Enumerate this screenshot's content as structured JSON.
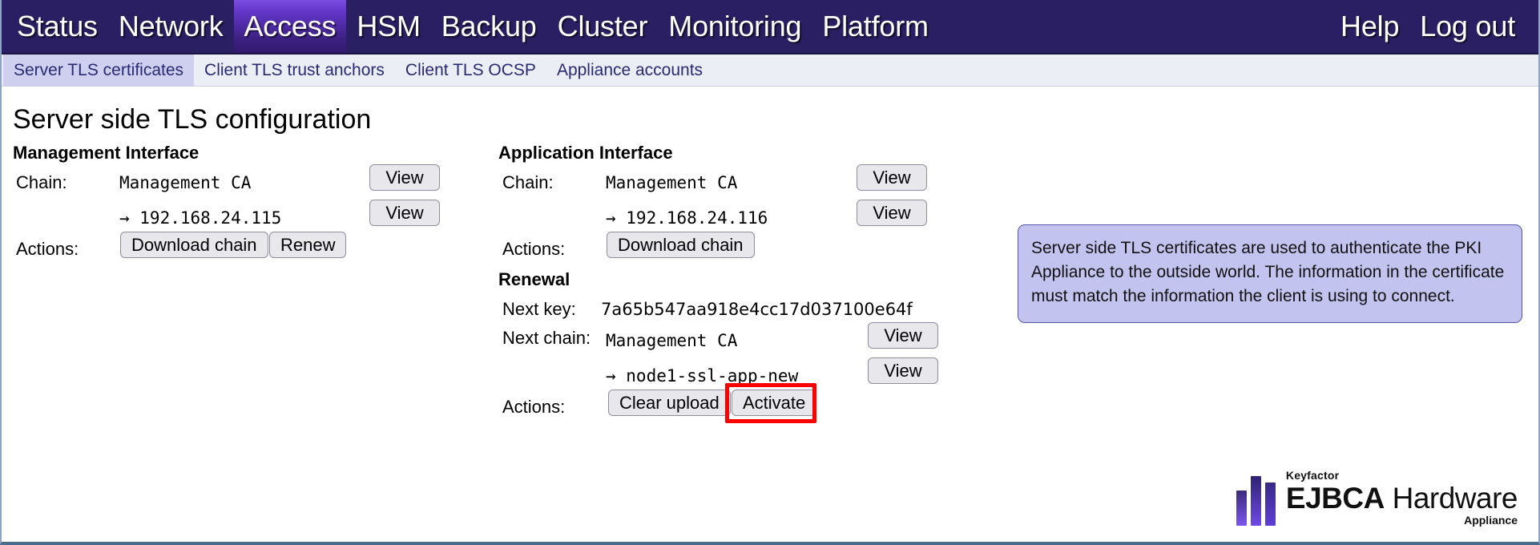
{
  "topnav": {
    "items": [
      {
        "label": "Status",
        "active": false
      },
      {
        "label": "Network",
        "active": false
      },
      {
        "label": "Access",
        "active": true
      },
      {
        "label": "HSM",
        "active": false
      },
      {
        "label": "Backup",
        "active": false
      },
      {
        "label": "Cluster",
        "active": false
      },
      {
        "label": "Monitoring",
        "active": false
      },
      {
        "label": "Platform",
        "active": false
      }
    ],
    "right": [
      {
        "label": "Help"
      },
      {
        "label": "Log out"
      }
    ],
    "bg_color": "#2a1f63",
    "active_color": "#6236c8"
  },
  "subnav": {
    "items": [
      {
        "label": "Server TLS certificates",
        "active": true
      },
      {
        "label": "Client TLS trust anchors",
        "active": false
      },
      {
        "label": "Client TLS OCSP",
        "active": false
      },
      {
        "label": "Appliance accounts",
        "active": false
      }
    ],
    "active_bg": "#cfcff0"
  },
  "main": {
    "page_title": "Server side TLS configuration",
    "management": {
      "heading": "Management Interface",
      "chain_label": "Chain:",
      "chain_root": "Management CA",
      "chain_leaf": "→ 192.168.24.115",
      "view_root_label": "View",
      "view_leaf_label": "View",
      "actions_label": "Actions:",
      "download_chain_label": "Download chain",
      "renew_label": "Renew"
    },
    "application": {
      "heading": "Application Interface",
      "chain_label": "Chain:",
      "chain_root": "Management CA",
      "chain_leaf": "→ 192.168.24.116",
      "view_root_label": "View",
      "view_leaf_label": "View",
      "actions_label": "Actions:",
      "download_chain_label": "Download chain"
    },
    "renewal": {
      "heading": "Renewal",
      "next_key_label": "Next key:",
      "next_key_value": "7a65b547aa918e4cc17d037100e64f",
      "next_chain_label": "Next chain:",
      "next_chain_root": "Management CA",
      "next_chain_leaf": "→ node1-ssl-app-new",
      "view_root_label": "View",
      "view_leaf_label": "View",
      "actions_label": "Actions:",
      "clear_upload_label": "Clear upload",
      "activate_label": "Activate",
      "highlight_color": "#ff0000"
    }
  },
  "info_panel": {
    "text": "Server side TLS certificates are used to authenticate the PKI Appliance to the outside world. The information in the certificate must match the information the client is using to connect.",
    "bg_color": "#c3c3ef",
    "border_color": "#5555aa"
  },
  "logo": {
    "keyfactor": "Keyfactor",
    "product_bold": "EJBCA",
    "product_light": " Hardware",
    "appliance": "Appliance"
  }
}
